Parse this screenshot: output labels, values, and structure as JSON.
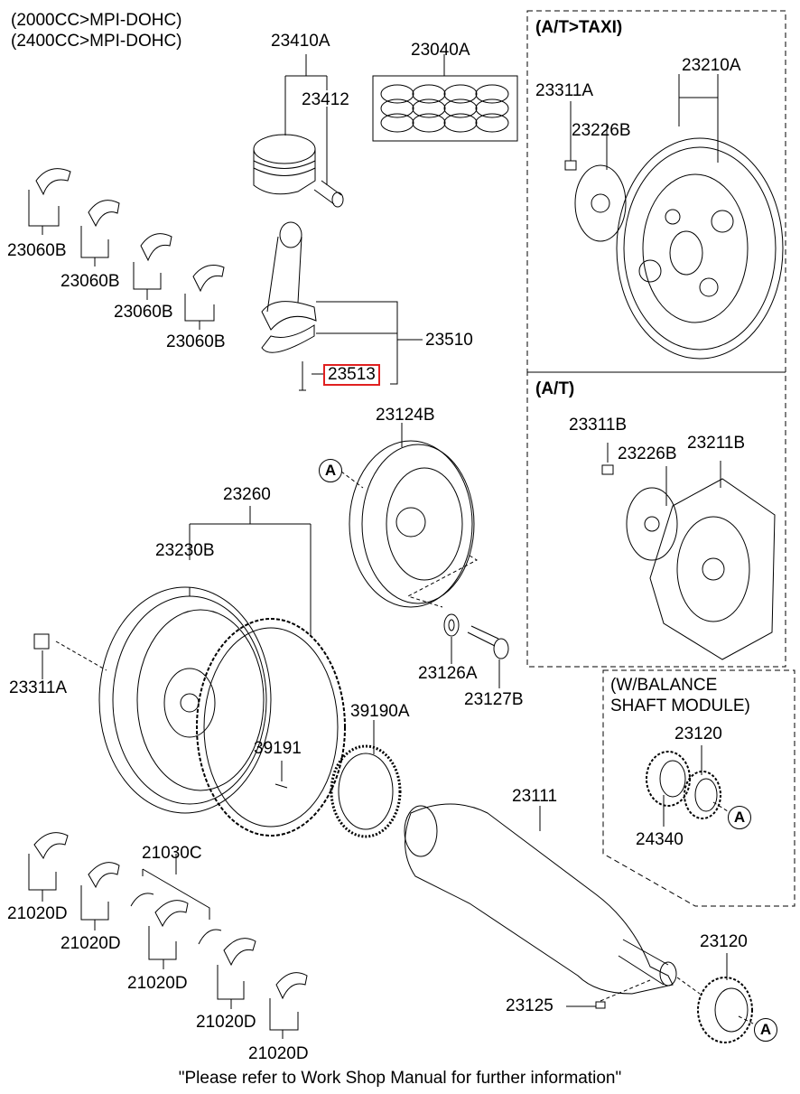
{
  "header": {
    "engine_variants": [
      "(2000CC>MPI-DOHC)",
      "(2400CC>MPI-DOHC)"
    ]
  },
  "groups": {
    "at_taxi": "(A/T>TAXI)",
    "at": "(A/T)",
    "balance_shaft": [
      "(W/BALANCE",
      " SHAFT MODULE)"
    ]
  },
  "parts": {
    "piston_assy": "23410A",
    "piston_pin": "23412",
    "piston_ring_set": "23040A",
    "conrod_bearing_1": "23060B",
    "conrod_bearing_2": "23060B",
    "conrod_bearing_3": "23060B",
    "conrod_bearing_4": "23060B",
    "conrod_assy": "23510",
    "conrod_bolt": "23513",
    "damper_pulley": "23124B",
    "flywheel_assy": "23260",
    "flywheel": "23230B",
    "flywheel_bolt": "23311A",
    "pulley_washer": "23126A",
    "pulley_bolt": "23127B",
    "sensor_wheel": "39190A",
    "sensor_wheel_screw": "39191",
    "crankshaft": "23111",
    "crank_key": "23125",
    "crank_sprocket": "23120",
    "taxi_bolt": "23311A",
    "taxi_plate": "23226B",
    "taxi_drive_plate": "23210A",
    "at_bolt": "23311B",
    "at_plate": "23226B",
    "at_drive_plate": "23211B",
    "balance_sprocket": "23120",
    "balance_gear": "24340",
    "main_bearing_1": "21020D",
    "main_bearing_2": "21020D",
    "main_bearing_3": "21020D",
    "main_bearing_4": "21020D",
    "main_bearing_5": "21020D",
    "thrust_bearing": "21030C"
  },
  "highlighted_part": "23513",
  "reference_marker": "A",
  "footer_note": "\"Please refer to Work Shop Manual for further information\"",
  "colors": {
    "highlight": "#e02020",
    "line": "#000000"
  }
}
